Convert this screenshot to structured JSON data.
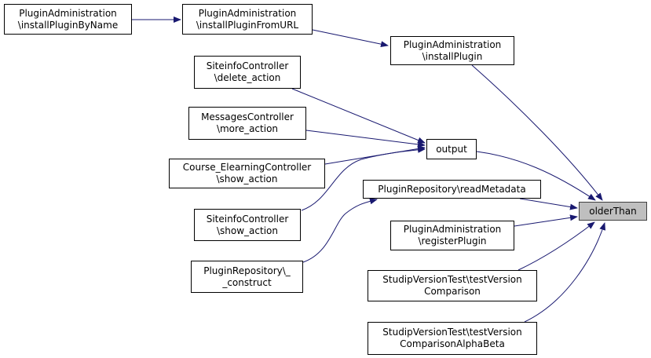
{
  "graph": {
    "type": "caller-graph",
    "target": "olderThan",
    "colors": {
      "edge": "#191970",
      "target_fill": "#bfbfbf",
      "node_fill": "#ffffff",
      "border": "#000000"
    },
    "nodes": [
      {
        "id": "installPluginByName",
        "lines": [
          "PluginAdministration",
          "\\installPluginByName"
        ]
      },
      {
        "id": "installPluginFromURL",
        "lines": [
          "PluginAdministration",
          "\\installPluginFromURL"
        ]
      },
      {
        "id": "installPlugin",
        "lines": [
          "PluginAdministration",
          "\\installPlugin"
        ]
      },
      {
        "id": "siteinfoDelete",
        "lines": [
          "SiteinfoController",
          "\\delete_action"
        ]
      },
      {
        "id": "messagesMore",
        "lines": [
          "MessagesController",
          "\\more_action"
        ]
      },
      {
        "id": "courseShow",
        "lines": [
          "Course_ElearningController",
          "\\show_action"
        ]
      },
      {
        "id": "siteinfoShow",
        "lines": [
          "SiteinfoController",
          "\\show_action"
        ]
      },
      {
        "id": "repoConstruct",
        "lines": [
          "PluginRepository\\_",
          "_construct"
        ]
      },
      {
        "id": "output",
        "lines": [
          "output"
        ]
      },
      {
        "id": "readMetadata",
        "lines": [
          "PluginRepository\\readMetadata"
        ]
      },
      {
        "id": "registerPlugin",
        "lines": [
          "PluginAdministration",
          "\\registerPlugin"
        ]
      },
      {
        "id": "testVersionComparison",
        "lines": [
          "StudipVersionTest\\testVersion",
          "Comparison"
        ]
      },
      {
        "id": "testVersionAlphaBeta",
        "lines": [
          "StudipVersionTest\\testVersion",
          "ComparisonAlphaBeta"
        ]
      },
      {
        "id": "olderThan",
        "lines": [
          "olderThan"
        ]
      }
    ],
    "edges": [
      {
        "from": "installPluginByName",
        "to": "installPluginFromURL"
      },
      {
        "from": "installPluginFromURL",
        "to": "installPlugin"
      },
      {
        "from": "installPlugin",
        "to": "olderThan"
      },
      {
        "from": "siteinfoDelete",
        "to": "output"
      },
      {
        "from": "messagesMore",
        "to": "output"
      },
      {
        "from": "courseShow",
        "to": "output"
      },
      {
        "from": "siteinfoShow",
        "to": "output"
      },
      {
        "from": "output",
        "to": "olderThan"
      },
      {
        "from": "repoConstruct",
        "to": "readMetadata"
      },
      {
        "from": "readMetadata",
        "to": "olderThan"
      },
      {
        "from": "registerPlugin",
        "to": "olderThan"
      },
      {
        "from": "testVersionComparison",
        "to": "olderThan"
      },
      {
        "from": "testVersionAlphaBeta",
        "to": "olderThan"
      }
    ]
  }
}
